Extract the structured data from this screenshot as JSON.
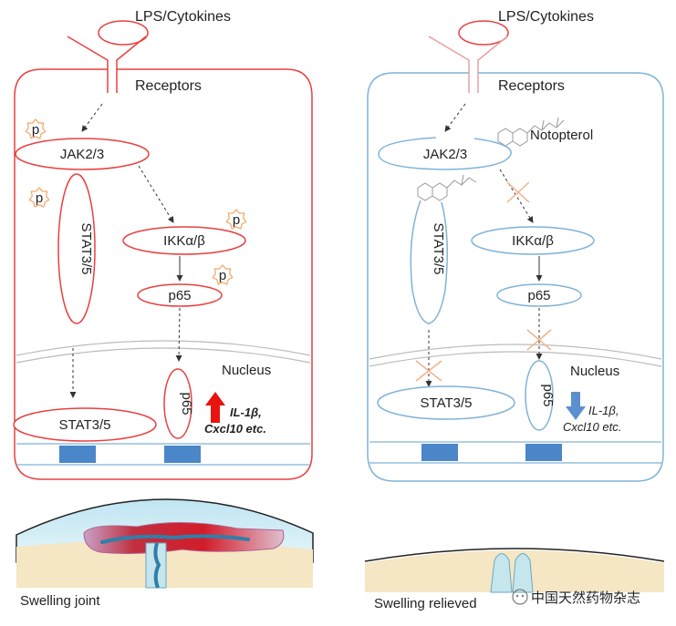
{
  "left_panel": {
    "stimulus_label": "LPS/Cytokines",
    "receptors_label": "Receptors",
    "jak_label": "JAK2/3",
    "stat_vertical_label": "STAT3/5",
    "ikk_label": "IKKα/β",
    "p65_label": "p65",
    "nucleus_label": "Nucleus",
    "stat_nuclear_label": "STAT3/5",
    "p65_nuclear_label": "p65",
    "phospho_label": "p",
    "gene_label_1": "IL-1β,",
    "gene_label_2": "Cxcl10 etc.",
    "joint_caption": "Swelling joint",
    "regulation": "up"
  },
  "right_panel": {
    "stimulus_label": "LPS/Cytokines",
    "receptors_label": "Receptors",
    "drug_label": "Notopterol",
    "jak_label": "JAK2/3",
    "stat_vertical_label": "STAT3/5",
    "ikk_label": "IKKα/β",
    "p65_label": "p65",
    "nucleus_label": "Nucleus",
    "stat_nuclear_label": "STAT3/5",
    "p65_nuclear_label": "p65",
    "gene_label_1": "IL-1β,",
    "gene_label_2": "Cxcl10 etc.",
    "joint_caption": "Swelling relieved",
    "regulation": "down"
  },
  "watermark": "中国天然药物杂志",
  "colors": {
    "left_accent": "#e8403f",
    "right_accent": "#7fb3d8",
    "dna_block": "#4a86c8",
    "up_arrow": "#e8140f",
    "down_arrow": "#5b8fcf",
    "phospho_star": "#f4a460",
    "block_cross": "#f2b28a"
  }
}
